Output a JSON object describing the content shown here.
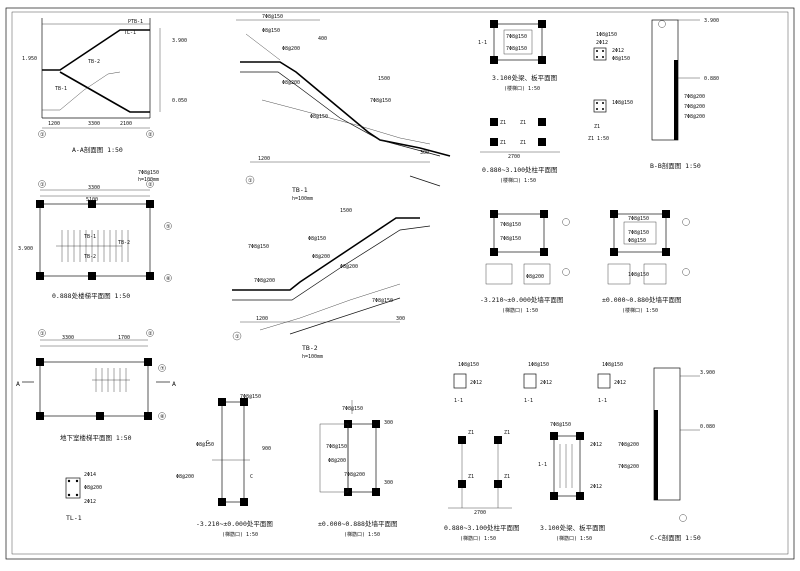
{
  "drawing": {
    "views": {
      "aa_section": {
        "title": "A-A剖面图 1:50",
        "labels": [
          "PTB-1",
          "TL-1",
          "TB-2",
          "TB-1",
          "1.950",
          "3.900",
          "0.050",
          "1200",
          "3300",
          "2100"
        ],
        "axes": [
          "①",
          "②"
        ]
      },
      "tb1": {
        "title": "TB-1",
        "sub": "h=100mm",
        "labels": [
          "7Φ8@150",
          "Φ8@150",
          "Φ8@200",
          "7Φ8@150",
          "Φ8@150",
          "Φ8@200",
          "1500",
          "1200",
          "300",
          "400"
        ],
        "axes": [
          "①"
        ]
      },
      "plan_0888": {
        "title": "0.888处楼梯平面图 1:50",
        "labels": [
          "3300",
          "5100",
          "TB-1",
          "TB-2",
          "TB-2",
          "3.900",
          "7Φ8@150",
          "h=100mm"
        ],
        "axes": [
          "①",
          "②",
          "⑤",
          "⑧"
        ]
      },
      "tb2": {
        "title": "TB-2",
        "sub": "h=100mm",
        "labels": [
          "7Φ8@150",
          "Φ8@150",
          "Φ8@200",
          "7Φ8@200",
          "Φ8@200",
          "7Φ8@150",
          "1500",
          "1200",
          "300"
        ],
        "axes": [
          "①"
        ]
      },
      "basement_plan": {
        "title": "地下室楼梯平面图 1:50",
        "labels": [
          "3300",
          "1700",
          "A",
          "A"
        ],
        "axes": [
          "①",
          "②",
          "⑦",
          "⑧"
        ]
      },
      "tl1": {
        "title": "TL-1",
        "labels": [
          "2Φ14",
          "Φ8@200",
          "2Φ12"
        ]
      },
      "plan_3210": {
        "title": "-3.210~±0.000处平面图",
        "sub": "(梯筋口) 1:50",
        "labels": [
          "7Φ8@150",
          "Φ8@150",
          "Φ8@200",
          "900"
        ],
        "axes": [
          "C",
          "C"
        ]
      },
      "plan_pm000": {
        "title": "±0.000~0.888处墙平面图",
        "sub": "(梯筋口) 1:50",
        "labels": [
          "7Φ8@150",
          "7Φ8@150",
          "Φ8@200",
          "7Φ8@200",
          "300",
          "300"
        ]
      },
      "plan_0888_3100_bot": {
        "title": "0.880~3.100处柱平面图",
        "sub": "(梯筋口) 1:50",
        "labels": [
          "Z1",
          "Z1",
          "Z1",
          "Z1",
          "2700"
        ]
      },
      "plan_3100_bot": {
        "title": "3.100处梁、板平面图",
        "sub": "(梯筋口) 1:50",
        "labels": [
          "1-1",
          "7Φ8@150",
          "2Φ12",
          "2Φ12"
        ]
      },
      "cc_section": {
        "title": "C-C剖面图 1:50",
        "labels": [
          "3.900",
          "0.080",
          "7Φ8@200",
          "7Φ8@200"
        ]
      },
      "plan_3100_top": {
        "title": "3.100处梁、板平面图",
        "sub": "(楼梯口) 1:50",
        "labels": [
          "1-1",
          "7Φ8@150",
          "7Φ8@150",
          "1Φ8@150",
          "2Φ12"
        ]
      },
      "plan_0880_3100_top": {
        "title": "0.880~3.100处柱平面图",
        "sub": "(楼梯口) 1:50",
        "labels": [
          "Z1",
          "Z1",
          "Z1",
          "Z1",
          "2700",
          "Z1"
        ]
      },
      "bb_section": {
        "title": "B-B剖面图 1:50",
        "labels": [
          "3.900",
          "0.880",
          "7Φ8@200",
          "7Φ8@200",
          "7Φ8@200"
        ]
      },
      "plan_3210_top": {
        "title": "-3.210~±0.000处墙平面图",
        "sub": "(梯筋口) 1:50",
        "labels": [
          "7Φ8@150",
          "7Φ8@150",
          "Φ8@200"
        ]
      },
      "plan_pm000_top": {
        "title": "±0.000~0.880处墙平面图",
        "sub": "(楼梯口) 1:50",
        "labels": [
          "7Φ8@150",
          "7Φ8@150",
          "Φ8@150",
          "1Φ8@150"
        ]
      },
      "details_top": {
        "labels": [
          "2Φ12",
          "Φ8@150",
          "Z1",
          "1Φ8@150",
          "Z1 1:50"
        ]
      },
      "details_bot": {
        "labels": [
          "1Φ8@150",
          "1Φ8@150",
          "1Φ8@150",
          "2Φ12",
          "2Φ12",
          "2Φ12",
          "1-1",
          "1-1",
          "1-1"
        ]
      }
    }
  }
}
